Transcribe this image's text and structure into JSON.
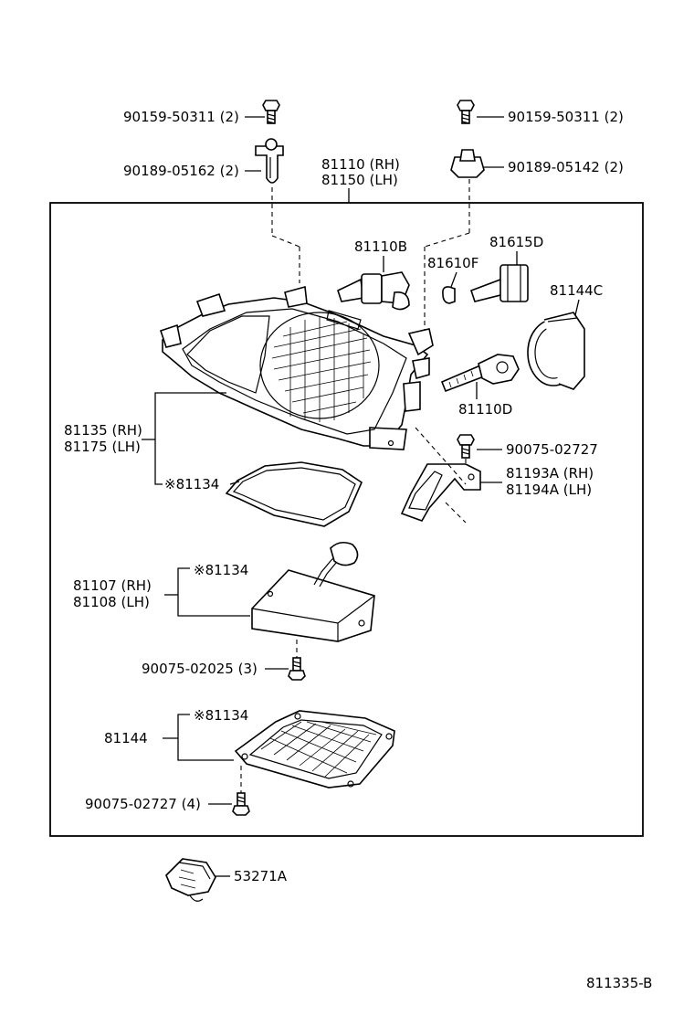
{
  "labels": {
    "screw_top_left": "90159-50311 (2)",
    "screw_top_right": "90159-50311 (2)",
    "clip_top_left": "90189-05162 (2)",
    "clip_top_right": "90189-05142 (2)",
    "headlamp_rh": "81110 (RH)",
    "headlamp_lh": "81150 (LH)",
    "bulb_b": "81110B",
    "bulb_f": "81610F",
    "socket_d": "81615D",
    "cover_c": "81144C",
    "lens_rh": "81135 (RH)",
    "lens_lh": "81175 (LH)",
    "gasket_lens": "※81134",
    "bulb_d": "81110D",
    "screw_bracket": "90075-02727",
    "bracket_rh": "81193A (RH)",
    "bracket_lh": "81194A (LH)",
    "ballast_rh": "81107 (RH)",
    "ballast_lh": "81108 (LH)",
    "gasket_ballast": "※81134",
    "screw_ballast": "90075-02025 (3)",
    "cover_144": "81144",
    "gasket_cover": "※81134",
    "screw_cover": "90075-02727 (4)",
    "connector": "53271A",
    "figure_id": "811335-B"
  }
}
